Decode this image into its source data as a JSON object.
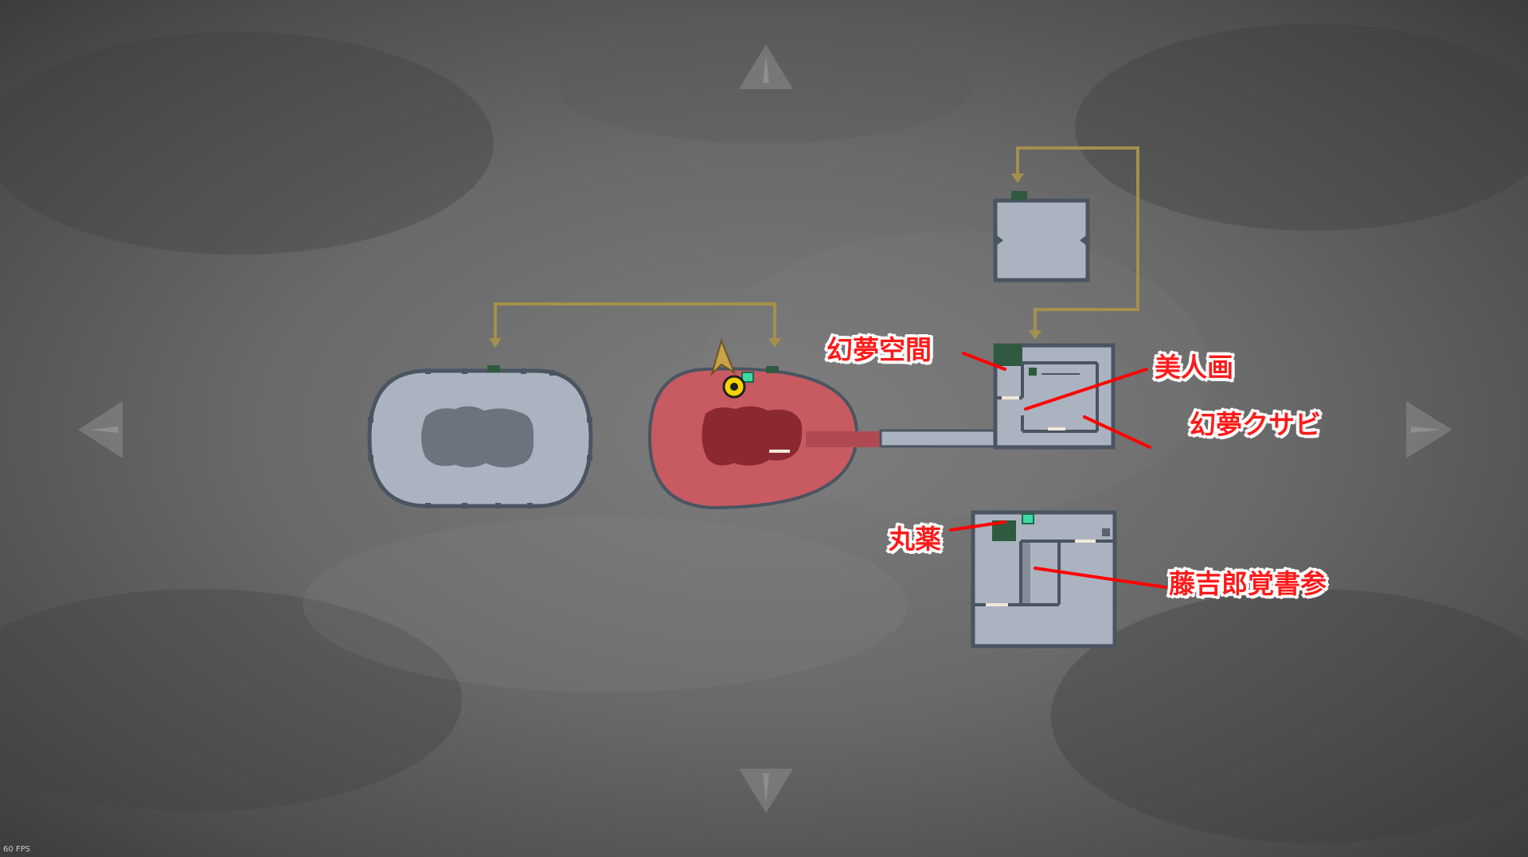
{
  "labels": {
    "genmu_kukan": "幻夢空間",
    "bijinga": "美人画",
    "genmu_kusabi": "幻夢クサビ",
    "ganyaku": "丸薬",
    "tokichiro_oboegaki": "藤吉郎覚書参"
  },
  "hud": {
    "fps": "60 FPS"
  },
  "icons": {
    "nav_up": "triangle-up-icon",
    "nav_down": "triangle-down-icon",
    "nav_left": "triangle-left-icon",
    "nav_right": "triangle-right-icon",
    "player": "player-marker-icon",
    "location": "location-marker-icon"
  },
  "colors": {
    "callout_text": "#ff1a1a",
    "callout_outline": "#ffffff",
    "callout_line": "#ff0000",
    "explored_region": "#c85a62",
    "unexplored_floor": "#aab3bf",
    "room_wall": "#4a5561",
    "connector": "#a4904c",
    "item_marker": "#3fd9a3",
    "player_marker": "#f5d400",
    "background": "#505050"
  }
}
